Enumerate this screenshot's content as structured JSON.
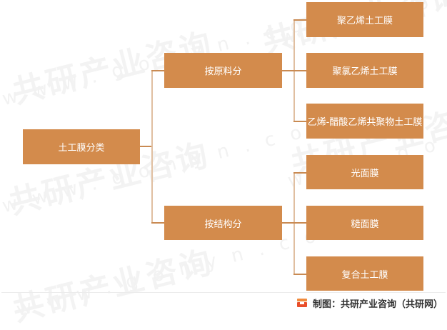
{
  "diagram": {
    "title": "土工膜分类",
    "root": {
      "label": "土工膜分类"
    },
    "branches": [
      {
        "label": "按原料分",
        "children": [
          {
            "label": "聚乙烯土工膜"
          },
          {
            "label": "聚氯乙烯土工膜"
          },
          {
            "label": "乙烯-醋酸乙烯共聚物土工膜"
          }
        ]
      },
      {
        "label": "按结构分",
        "children": [
          {
            "label": "光面膜"
          },
          {
            "label": "糙面膜"
          },
          {
            "label": "复合土工膜"
          }
        ]
      }
    ],
    "colors": {
      "node_fill": "#d38b4c",
      "node_text": "#ffffff",
      "connector": "#c98a52",
      "trunk": "#e0bfa1"
    }
  },
  "watermark": {
    "brand": "共研产业咨询",
    "url": "www.gonyn.com"
  },
  "footer": {
    "logo": "gonyn-logo-icon",
    "credit": "制图：共研产业咨询（共研网）"
  }
}
